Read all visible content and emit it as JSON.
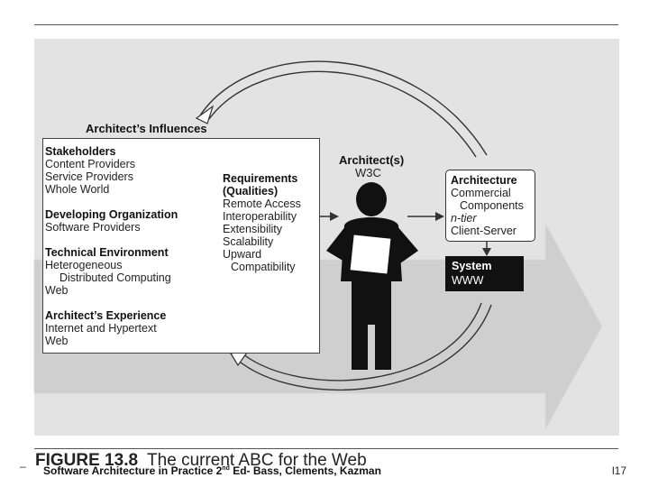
{
  "influences": {
    "title": "Architect’s Influences",
    "stakeholders": {
      "heading": "Stakeholders",
      "items": [
        "Content Providers",
        "Service Providers",
        "Whole World"
      ]
    },
    "developing_org": {
      "heading": "Developing Organization",
      "items": [
        "Software Providers"
      ]
    },
    "technical_env": {
      "heading": "Technical Environment",
      "items": [
        "Heterogeneous",
        "Distributed Computing",
        "Web"
      ]
    },
    "architect_exp": {
      "heading": "Architect’s Experience",
      "items": [
        "Internet and Hypertext",
        "Web"
      ]
    }
  },
  "requirements": {
    "heading_1": "Requirements",
    "heading_2": "(Qualities)",
    "items": [
      "Remote Access",
      "Interoperability",
      "Extensibility",
      "Scalability",
      "Upward",
      "Compatibility"
    ]
  },
  "architect": {
    "heading": "Architect(s)",
    "name": "W3C"
  },
  "architecture": {
    "heading": "Architecture",
    "items": [
      "Commercial",
      "Components",
      "n-tier",
      "Client-Server"
    ]
  },
  "system": {
    "heading": "System",
    "name": "WWW"
  },
  "caption": {
    "label": "FIGURE 13.8",
    "text": "The current ABC for the Web"
  },
  "footer": {
    "text_before": "Software Architecture in Practice 2",
    "sup": "nd",
    "text_after": " Ed- Bass, Clements, Kazman",
    "dash": "–",
    "page": "l17"
  },
  "icons": {
    "architect_figure": "person-holding-document-icon"
  }
}
